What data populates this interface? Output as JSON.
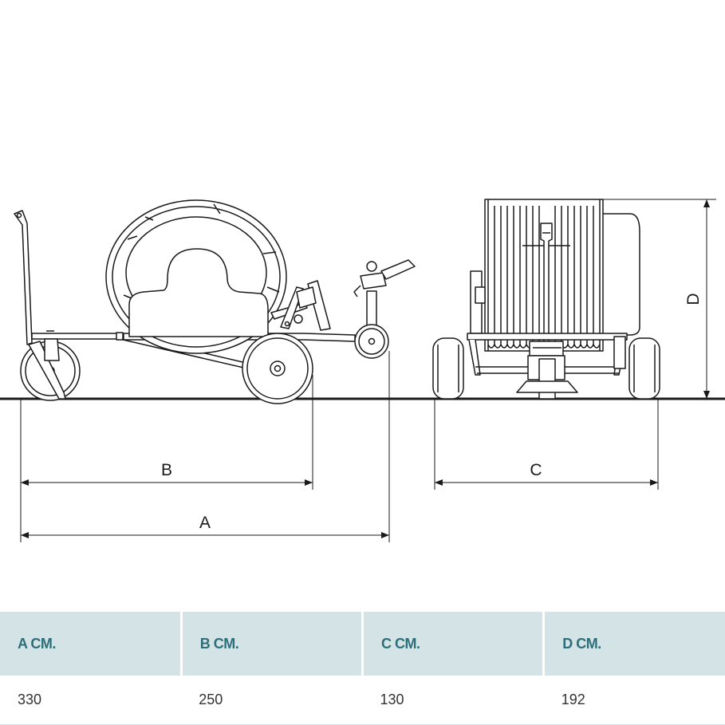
{
  "colors": {
    "line": "#1a1a1a",
    "header_bg": "#d4e3e5",
    "header_text": "#2c6f7a",
    "cell_text": "#333333"
  },
  "diagram": {
    "dimension_labels": {
      "a": "A",
      "b": "B",
      "c": "C",
      "d": "D"
    }
  },
  "table": {
    "headers": [
      "A CM.",
      "B CM.",
      "C CM.",
      "D CM."
    ],
    "values": [
      "330",
      "250",
      "130",
      "192"
    ]
  }
}
